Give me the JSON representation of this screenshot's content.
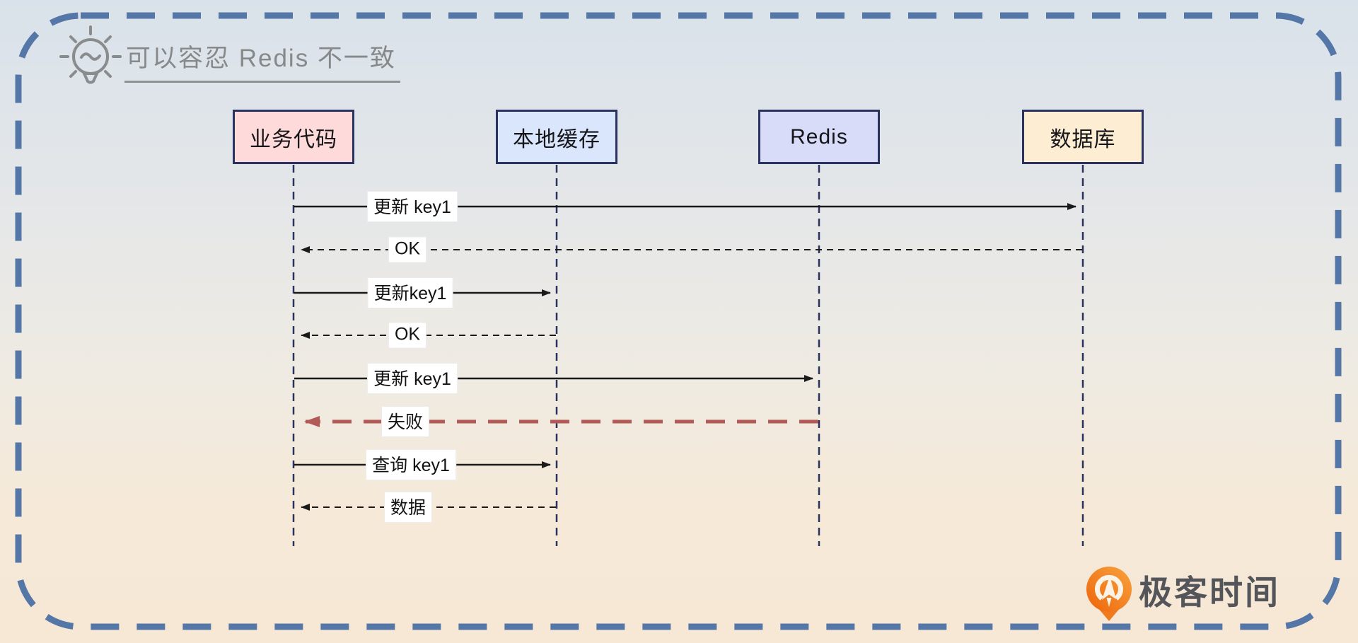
{
  "title": {
    "text": "可以容忍 Redis 不一致",
    "icon": "lightbulb-icon"
  },
  "diagram": {
    "type": "sequence-diagram",
    "actors": [
      {
        "name": "业务代码",
        "fill": "#FFDADA"
      },
      {
        "name": "本地缓存",
        "fill": "#D9E6FB"
      },
      {
        "name": "Redis",
        "fill": "#D8DCF8"
      },
      {
        "name": "数据库",
        "fill": "#FDEDD3"
      }
    ],
    "messages": [
      {
        "label": "更新 key1",
        "from": "业务代码",
        "to": "数据库",
        "style": "solid",
        "color": "#1A1A1A"
      },
      {
        "label": "OK",
        "from": "数据库",
        "to": "业务代码",
        "style": "dashed",
        "color": "#1A1A1A"
      },
      {
        "label": "更新key1",
        "from": "业务代码",
        "to": "本地缓存",
        "style": "solid",
        "color": "#1A1A1A"
      },
      {
        "label": "OK",
        "from": "本地缓存",
        "to": "业务代码",
        "style": "dashed",
        "color": "#1A1A1A"
      },
      {
        "label": "更新 key1",
        "from": "业务代码",
        "to": "Redis",
        "style": "solid",
        "color": "#1A1A1A"
      },
      {
        "label": "失败",
        "from": "Redis",
        "to": "业务代码",
        "style": "dashed-bold",
        "color": "#B25A55"
      },
      {
        "label": "查询 key1",
        "from": "业务代码",
        "to": "本地缓存",
        "style": "solid",
        "color": "#1A1A1A"
      },
      {
        "label": "数据",
        "from": "本地缓存",
        "to": "业务代码",
        "style": "dashed",
        "color": "#1A1A1A"
      }
    ]
  },
  "logo": {
    "text": "极客时间",
    "icon": "geektime-pin-icon",
    "brand_color": "#F07318",
    "text_color": "#54555B"
  },
  "colors": {
    "background_top": "#D9E2EA",
    "background_bottom": "#F7E8D5",
    "outer_border": "#5577A7",
    "box_border": "#2A335F",
    "lifeline": "#2A335F",
    "fail_arrow": "#B25A55",
    "title_gray": "#87888A",
    "label_background": "#FFFFFF"
  }
}
